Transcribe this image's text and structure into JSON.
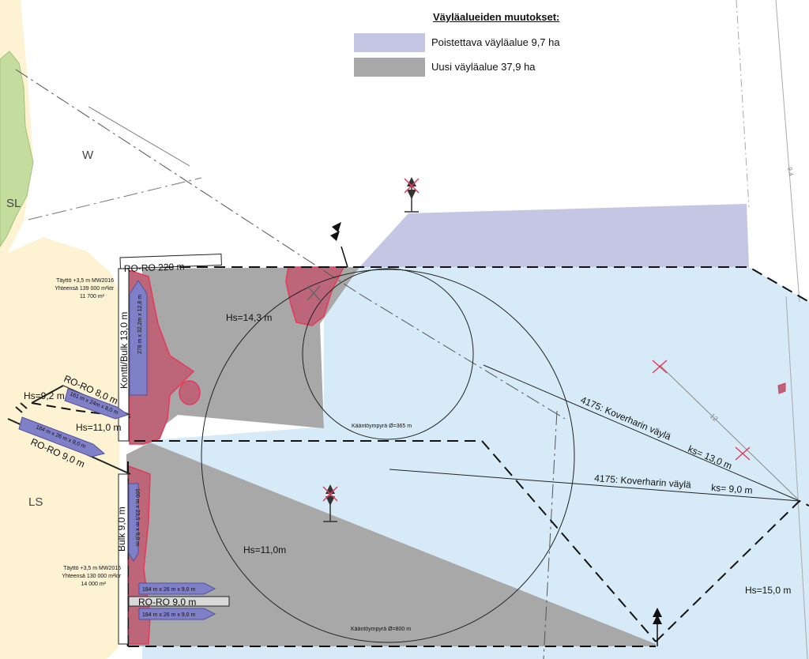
{
  "legend": {
    "title": "Väyläalueiden muutokset:",
    "items": [
      {
        "label": "Poistettava väyläalue 9,7 ha",
        "color": "#c5c5e4"
      },
      {
        "label": "Uusi väyläalue 37,9 ha",
        "color": "#a8a8a8"
      }
    ]
  },
  "zones": {
    "w": "W",
    "sl": "SL",
    "ls": "LS"
  },
  "depths": {
    "hs_14_3": "Hs=14,3 m",
    "hs_9_2": "Hs=9,2 m",
    "hs_11_0_quay": "Hs=11,0 m",
    "hs_11_0": "Hs=11,0m",
    "hs_15_0": "Hs=15,0 m"
  },
  "berths": {
    "roro_220": "RO-RO   220 m",
    "kontti_bulk": "Kontti/Bulk 13,0 m",
    "roro_8": "RO-RO 8,0 m",
    "roro_9_west": "RO-RO 9,0 m",
    "bulk_9": "Bulk 9,0 m",
    "roro_9_south": "RO-RO 9,0 m"
  },
  "ships": {
    "s278": "278 m x 32,2m x 12,8 m",
    "s161": "161 m x 24m x 8,0 m",
    "s184a": "184 m x 26 m x 9,0 m",
    "s160": "160 m x 23,5 m x 9,0 m",
    "s184b": "184 m x 26 m x 9,0 m",
    "s184c": "184 m x 26 m x 9,0 m"
  },
  "fill_notes": {
    "north": [
      "Täyttö +3,5 m MW2016",
      "Yhteensä 139 000 m²ktr",
      "11 700 m²"
    ],
    "south": [
      "Täyttö +3,5 m MW2016",
      "Yhteensä 130 000 m²ktr",
      "14 000 m²"
    ]
  },
  "fairways": {
    "upper_name": "4175: Koverharin väylä",
    "upper_depth": "ks= 13,0 m",
    "lower_name": "4175: Koverharin väylä",
    "lower_depth": "ks= 9,0 m"
  },
  "turning_circles": {
    "small": "Kääntöympyrä Ø=365 m",
    "large": "Kääntöympyrä Ø=800 m"
  },
  "misc": {
    "grid_94": "9.4",
    "line_12": "12"
  }
}
